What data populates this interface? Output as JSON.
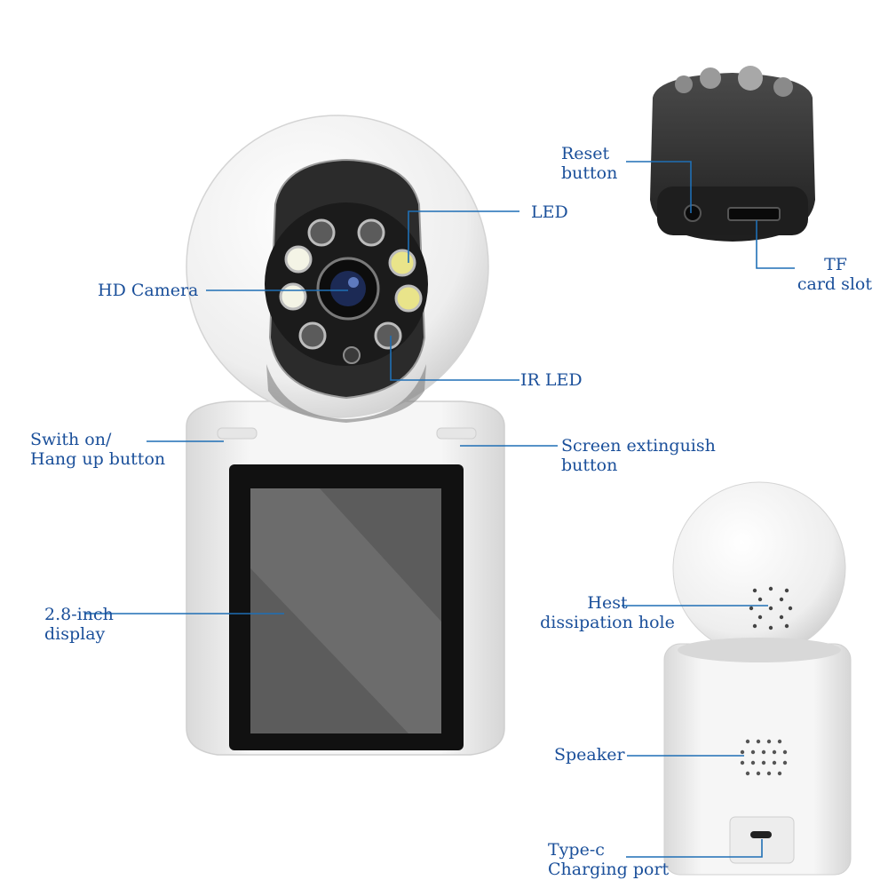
{
  "colors": {
    "label": "#1a4f9a",
    "leader_line": "#1f6fb5",
    "device_body": "#f2f2f2",
    "device_shadow": "#cfcfcf",
    "lens_panel": "#2b2b2b",
    "screen": "#6a6a6a"
  },
  "labels": {
    "hd_camera": "HD Camera",
    "led": "LED",
    "ir_led": "IR LED",
    "reset_button": {
      "line1": "Reset",
      "line2": "button"
    },
    "tf_card_slot": {
      "line1": "TF",
      "line2": "card slot"
    },
    "switch_hang_up": {
      "line1": "Swith on/",
      "line2": "Hang up button"
    },
    "screen_extinguish": {
      "line1": "Screen extinguish",
      "line2": "button"
    },
    "display": {
      "line1": "2.8-inch",
      "line2": "display"
    },
    "heat_dissipation": {
      "line1": "Hest",
      "line2": "dissipation hole"
    },
    "speaker": "Speaker",
    "type_c": {
      "line1": "Type-c",
      "line2": "Charging port"
    }
  }
}
